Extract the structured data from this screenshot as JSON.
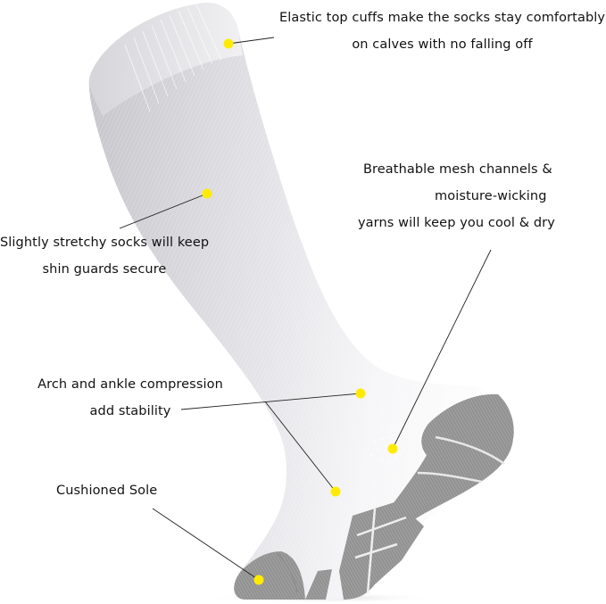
{
  "image": {
    "subject": "white knee-high soccer sock with gray cushioned heel and toe",
    "colors": {
      "sock_white": "#f4f4f6",
      "sock_shade": "#c9c9cf",
      "cushion_gray": "#9a9a9a",
      "dot_yellow": "#ffeb00",
      "leader_line": "#222222",
      "background": "#ffffff"
    }
  },
  "callouts": [
    {
      "id": "elastic-cuff",
      "lines": [
        "Elastic top cuffs make the socks stay comfortably",
        "on calves with no falling off"
      ]
    },
    {
      "id": "mesh-channels",
      "lines": [
        "Breathable mesh channels &",
        "moisture-wicking",
        "yarns will keep you cool & dry"
      ]
    },
    {
      "id": "stretchy",
      "lines": [
        "Slightly stretchy socks will keep",
        "shin guards secure"
      ]
    },
    {
      "id": "compression",
      "lines": [
        "Arch and ankle compression",
        "add stability"
      ]
    },
    {
      "id": "cushioned-sole",
      "lines": [
        "Cushioned Sole"
      ]
    }
  ]
}
